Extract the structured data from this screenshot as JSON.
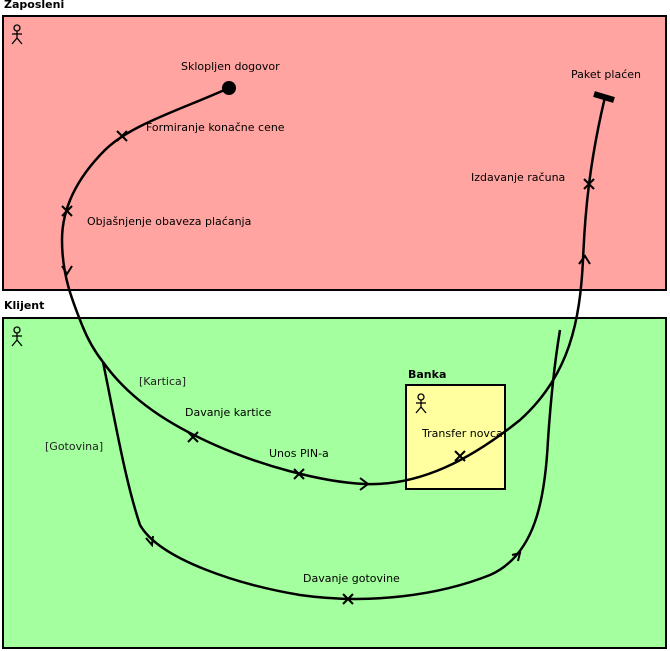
{
  "lanes": {
    "zaposleni": {
      "title": "Zaposleni",
      "fill": "#ffa4a0"
    },
    "klijent": {
      "title": "Klijent",
      "fill": "#a4ff9f"
    },
    "banka": {
      "title": "Banka",
      "fill": "#ffff9f"
    }
  },
  "states": {
    "start": "Sklopljen dogovor",
    "end": "Paket plaćen"
  },
  "events": {
    "formiranje": "Formiranje konačne cene",
    "objasnjenje": "Objašnjenje obaveza plaćanja",
    "izdavanje": "Izdavanje računa",
    "davanje_kartice": "Davanje kartice",
    "unos_pin": "Unos PIN-a",
    "transfer": "Transfer novca",
    "davanje_gotovine": "Davanje gotovine"
  },
  "guards": {
    "kartica": "[Kartica]",
    "gotovina": "[Gotovina]"
  }
}
